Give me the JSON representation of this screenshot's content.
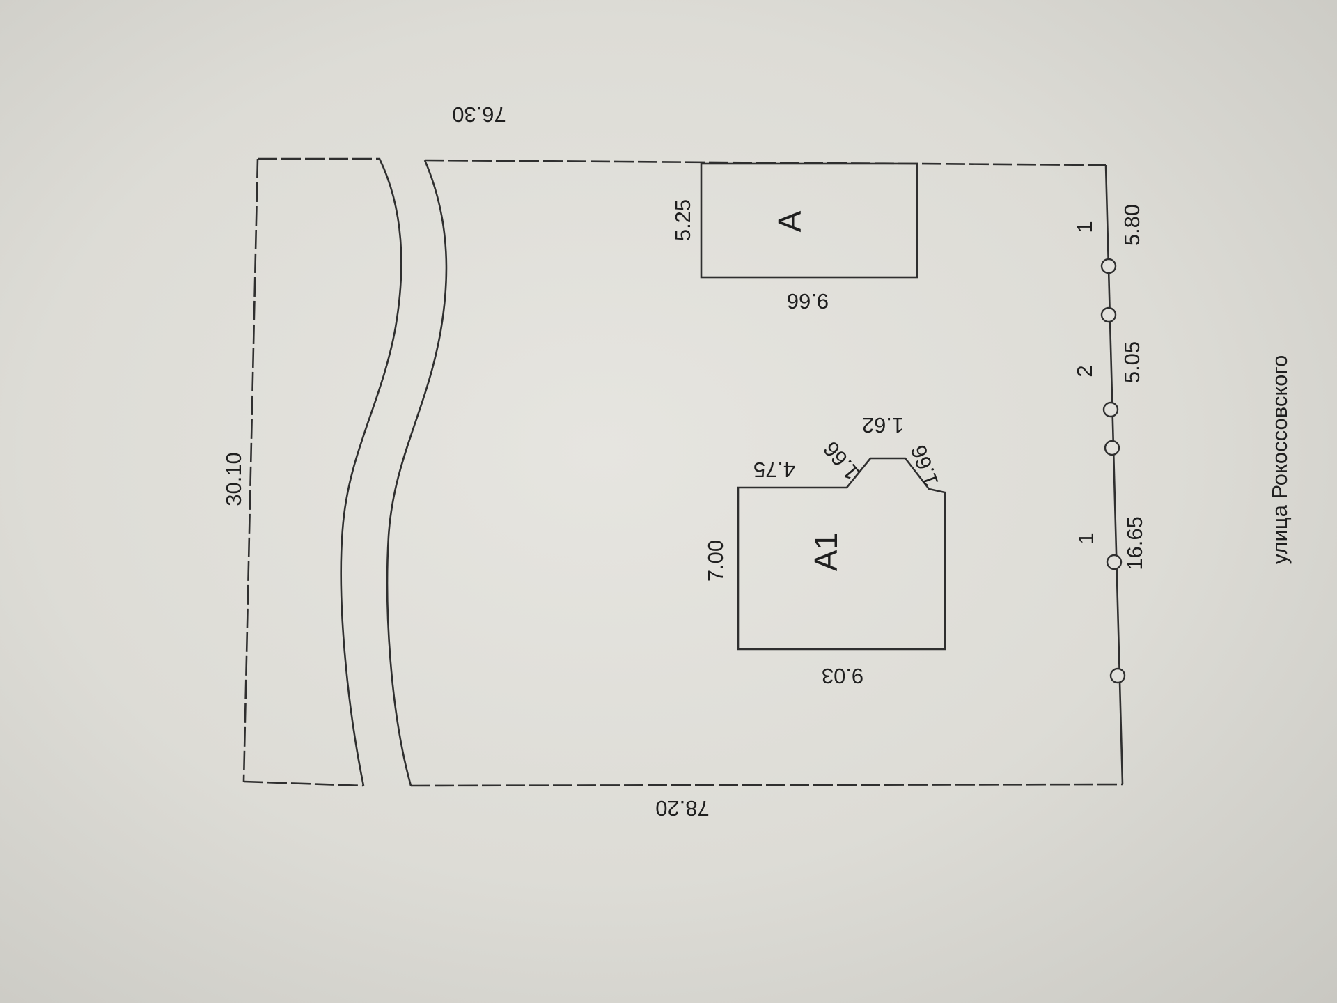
{
  "plan": {
    "street": "улица Рокоссовского",
    "boundary": {
      "top_left_label": "30.10",
      "top_right_label": "76.30",
      "bottom_label": "78.20"
    },
    "building_a": {
      "name": "A",
      "width_label": "5.25",
      "length_label": "9.66"
    },
    "building_a1": {
      "name": "A1",
      "width_label": "7.00",
      "length_label": "9.03",
      "seg_label_1": "4.75",
      "seg_label_2": "1.66",
      "seg_label_3": "1.62",
      "seg_label_4": "1.66"
    },
    "fence": {
      "labels": [
        {
          "count": "1",
          "distance": "16.65"
        },
        {
          "count": "2",
          "distance": "5.05"
        },
        {
          "count": "1",
          "distance": "5.80"
        }
      ]
    }
  }
}
